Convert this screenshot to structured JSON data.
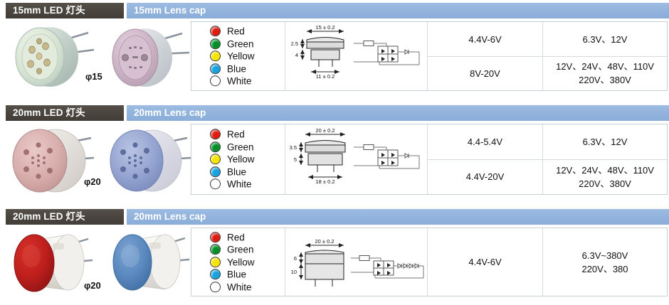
{
  "sections": [
    {
      "id": "row-15mm",
      "dark_header": "15mm LED 灯头",
      "blue_header": "15mm Lens cap",
      "diameter_label": "φ15",
      "colors": [
        {
          "name": "Red",
          "hex": "#e01b10"
        },
        {
          "name": "Green",
          "hex": "#009028"
        },
        {
          "name": "Yellow",
          "hex": "#f7e400"
        },
        {
          "name": "Blue",
          "hex": "#17a2e0"
        },
        {
          "name": "White",
          "hex": "#ffffff"
        }
      ],
      "dimensions": {
        "top_width": "15 ± 0.2",
        "bottom_width": "11 ± 0.2",
        "cap_height": "2.5",
        "body_height": "4"
      },
      "voltage_low": "4.4V-6V",
      "voltage_high": "8V-20V",
      "rated_low": "6.3V、12V",
      "rated_high_line1": "12V、24V、48V、110V",
      "rated_high_line2": "220V、380V",
      "split": true,
      "led_count": 1
    },
    {
      "id": "row-20mm-a",
      "dark_header": "20mm LED 灯头",
      "blue_header": "20mm Lens cap",
      "diameter_label": "φ20",
      "colors": [
        {
          "name": "Red",
          "hex": "#e01b10"
        },
        {
          "name": "Green",
          "hex": "#009028"
        },
        {
          "name": "Yellow",
          "hex": "#f7e400"
        },
        {
          "name": "Blue",
          "hex": "#17a2e0"
        },
        {
          "name": "White",
          "hex": "#ffffff"
        }
      ],
      "dimensions": {
        "top_width": "20 ± 0.2",
        "bottom_width": "18 ± 0.2",
        "cap_height": "3.5",
        "body_height": "5"
      },
      "voltage_low": "4.4-5.4V",
      "voltage_high": "4.4V-20V",
      "rated_low": "6.3V、12V",
      "rated_high_line1": "12V、24V、48V、110V",
      "rated_high_line2": "220V、380V",
      "split": true,
      "led_count": 1
    },
    {
      "id": "row-20mm-b",
      "dark_header": "20mm LED 灯头",
      "blue_header": "20mm Lens cap",
      "diameter_label": "φ20",
      "colors": [
        {
          "name": "Red",
          "hex": "#e01b10"
        },
        {
          "name": "Green",
          "hex": "#009028"
        },
        {
          "name": "Yellow",
          "hex": "#f7e400"
        },
        {
          "name": "Blue",
          "hex": "#17a2e0"
        },
        {
          "name": "White",
          "hex": "#ffffff"
        }
      ],
      "dimensions": {
        "top_width": "20 ± 0.2",
        "bottom_width": "",
        "cap_height": "6",
        "body_height": "10"
      },
      "voltage_single": "4.4V-6V",
      "rated_line1": "6.3V~380V",
      "rated_line2": "220V、380",
      "split": false,
      "led_count": 5
    }
  ],
  "palette": {
    "header_dark": "#4a443e",
    "header_blue": "#90b2dc",
    "table_border": "#c9cfd6",
    "text": "#111111"
  }
}
